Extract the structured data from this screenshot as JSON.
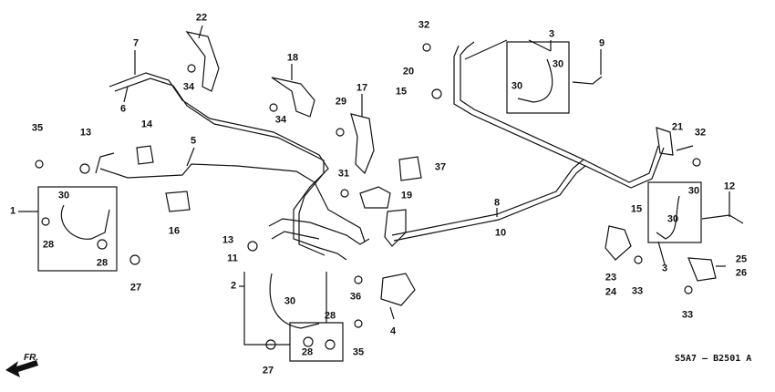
{
  "diagram": {
    "code": "S5A7 – B2501 A",
    "direction": "FR.",
    "callouts": [
      {
        "id": "c22",
        "text": "22"
      },
      {
        "id": "c7",
        "text": "7"
      },
      {
        "id": "c6",
        "text": "6"
      },
      {
        "id": "c34a",
        "text": "34"
      },
      {
        "id": "c18",
        "text": "18"
      },
      {
        "id": "c34b",
        "text": "34"
      },
      {
        "id": "c17",
        "text": "17"
      },
      {
        "id": "c29",
        "text": "29"
      },
      {
        "id": "c35a",
        "text": "35"
      },
      {
        "id": "c13a",
        "text": "13"
      },
      {
        "id": "c14",
        "text": "14"
      },
      {
        "id": "c5",
        "text": "5"
      },
      {
        "id": "c1",
        "text": "1"
      },
      {
        "id": "c30a",
        "text": "30"
      },
      {
        "id": "c28a",
        "text": "28"
      },
      {
        "id": "c28b",
        "text": "28"
      },
      {
        "id": "c27a",
        "text": "27"
      },
      {
        "id": "c16",
        "text": "16"
      },
      {
        "id": "c31",
        "text": "31"
      },
      {
        "id": "c19",
        "text": "19"
      },
      {
        "id": "c37",
        "text": "37"
      },
      {
        "id": "c32a",
        "text": "32"
      },
      {
        "id": "c20",
        "text": "20"
      },
      {
        "id": "c15a",
        "text": "15"
      },
      {
        "id": "c3a",
        "text": "3"
      },
      {
        "id": "c9",
        "text": "9"
      },
      {
        "id": "c30b",
        "text": "30"
      },
      {
        "id": "c30c",
        "text": "30"
      },
      {
        "id": "c21",
        "text": "21"
      },
      {
        "id": "c32b",
        "text": "32"
      },
      {
        "id": "c15b",
        "text": "15"
      },
      {
        "id": "c30d",
        "text": "30"
      },
      {
        "id": "c30e",
        "text": "30"
      },
      {
        "id": "c12",
        "text": "12"
      },
      {
        "id": "c8",
        "text": "8"
      },
      {
        "id": "c10",
        "text": "10"
      },
      {
        "id": "c3b",
        "text": "3"
      },
      {
        "id": "c23",
        "text": "23"
      },
      {
        "id": "c24",
        "text": "24"
      },
      {
        "id": "c33a",
        "text": "33"
      },
      {
        "id": "c25",
        "text": "25"
      },
      {
        "id": "c26",
        "text": "26"
      },
      {
        "id": "c33b",
        "text": "33"
      },
      {
        "id": "c13b",
        "text": "13"
      },
      {
        "id": "c11",
        "text": "11"
      },
      {
        "id": "c2",
        "text": "2"
      },
      {
        "id": "c30f",
        "text": "30"
      },
      {
        "id": "c28c",
        "text": "28"
      },
      {
        "id": "c28d",
        "text": "28"
      },
      {
        "id": "c27b",
        "text": "27"
      },
      {
        "id": "c36",
        "text": "36"
      },
      {
        "id": "c4",
        "text": "4"
      },
      {
        "id": "c35b",
        "text": "35"
      }
    ]
  }
}
